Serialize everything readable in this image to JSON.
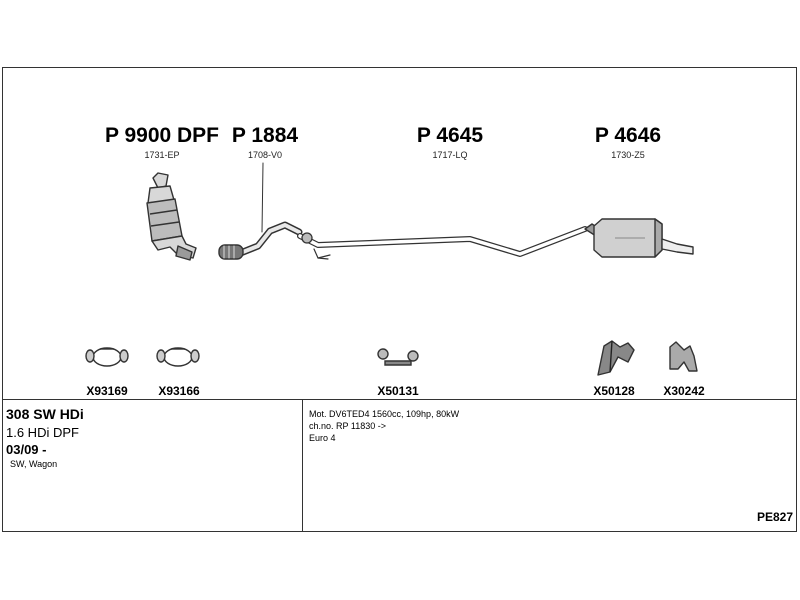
{
  "parts": [
    {
      "number": "P 9900 DPF",
      "code": "1731-EP"
    },
    {
      "number": "P 1884",
      "code": "1708-V0"
    },
    {
      "number": "P 4645",
      "code": "1717-LQ"
    },
    {
      "number": "P 4646",
      "code": "1730-Z5"
    }
  ],
  "accessories": [
    "X93169",
    "X93166",
    "X50131",
    "X50128",
    "X30242"
  ],
  "vehicle": {
    "model": "308 SW HDi",
    "engine": "1.6 HDi DPF",
    "date": "03/09 -",
    "body": "SW, Wagon"
  },
  "specs": [
    "Mot. DV6TED4 1560cc, 109hp, 80kW",
    "ch.no. RP 11830 ->",
    "Euro 4"
  ],
  "reference": "PE827"
}
